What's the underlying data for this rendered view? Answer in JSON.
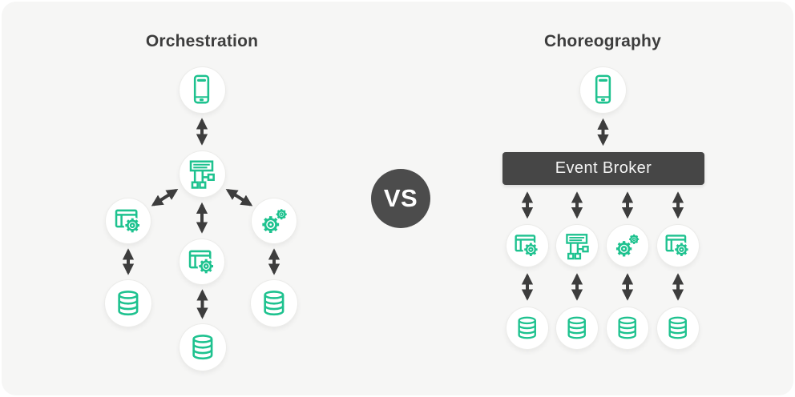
{
  "diagram": {
    "vs_label": "VS",
    "left": {
      "title": "Orchestration",
      "client_icon": "smartphone-icon",
      "orchestrator_icon": "workflow-tree-icon",
      "service_icons": [
        "app-window-gear-icon",
        "app-window-gear-icon",
        "cogs-icon"
      ],
      "database_icons": [
        "database-icon",
        "database-icon",
        "database-icon"
      ]
    },
    "right": {
      "title": "Choreography",
      "broker_label": "Event Broker",
      "client_icon": "smartphone-icon",
      "service_icons": [
        "app-window-gear-icon",
        "workflow-tree-icon",
        "cogs-icon",
        "app-window-gear-icon"
      ],
      "database_icons": [
        "database-icon",
        "database-icon",
        "database-icon",
        "database-icon"
      ]
    },
    "colors": {
      "accent_green": "#1ec28f",
      "arrow_dark": "#3d3d3d",
      "broker_bg": "#464646",
      "vs_bg": "#4c4c4c",
      "card_bg": "#f6f6f5",
      "node_bg": "#ffffff"
    }
  }
}
